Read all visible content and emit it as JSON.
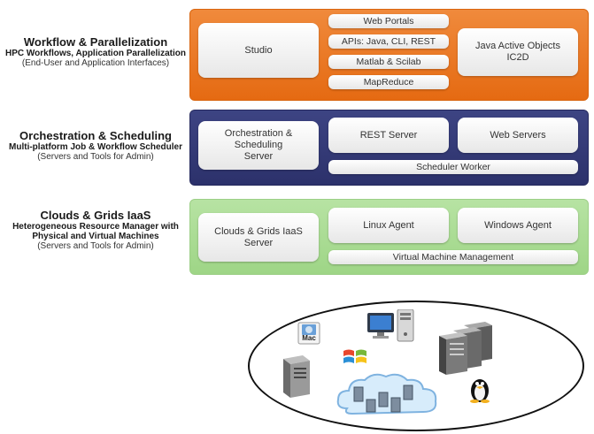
{
  "layers": [
    {
      "title": "Workflow & Parallelization",
      "subtitle": "HPC Workflows, Application Parallelization",
      "desc": "(End-User and Application Interfaces)",
      "boxes": {
        "studio": "Studio",
        "web_portals": "Web Portals",
        "apis": "APIs: Java, CLI, REST",
        "matlab": "Matlab & Scilab",
        "mapreduce": "MapReduce",
        "java_active_l1": "Java Active Objects",
        "java_active_l2": "IC2D"
      }
    },
    {
      "title": "Orchestration & Scheduling",
      "subtitle": "Multi-platform Job & Workflow Scheduler",
      "desc": "(Servers and Tools for Admin)",
      "boxes": {
        "orch_l1": "Orchestration & Scheduling",
        "orch_l2": "Server",
        "rest_server": "REST Server",
        "web_servers": "Web Servers",
        "scheduler_worker": "Scheduler Worker"
      }
    },
    {
      "title": "Clouds & Grids IaaS",
      "subtitle_l1": "Heterogeneous Resource Manager with",
      "subtitle_l2": "Physical and Virtual Machines",
      "desc": "(Servers and Tools for Admin)",
      "boxes": {
        "clouds_l1": "Clouds & Grids IaaS",
        "clouds_l2": "Server",
        "linux_agent": "Linux Agent",
        "windows_agent": "Windows Agent",
        "vm_mgmt": "Virtual Machine Management"
      }
    }
  ],
  "infrastructure": {
    "mac_badge": "Mac",
    "icons": [
      "mac-icon",
      "desktop-pc-icon",
      "windows-logo-icon",
      "server-tower-icon",
      "cloud-cluster-icon",
      "server-rack-icon",
      "linux-penguin-icon"
    ]
  },
  "colors": {
    "workflow_band": "#e56a12",
    "orchestration_band": "#2c316b",
    "clouds_band": "#9ed586"
  }
}
